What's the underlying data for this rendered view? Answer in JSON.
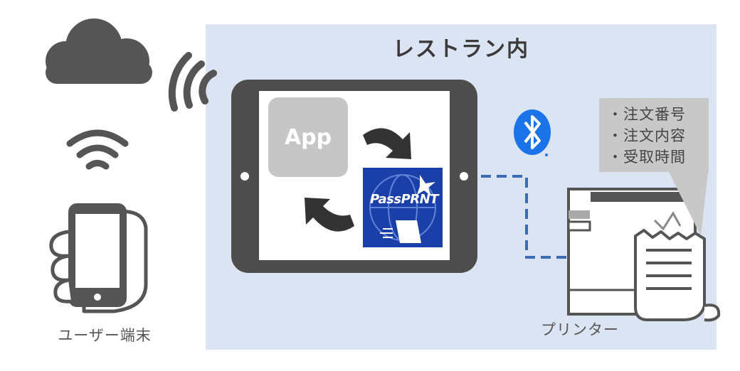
{
  "area_title": "レストラン内",
  "user_label": "ユーザー端末",
  "printer_label": "プリンター",
  "app_label": "App",
  "passprnt_label": "PassPRNT",
  "order_items": [
    "・注文番号",
    "・注文内容",
    "・受取時間"
  ],
  "icons": [
    "cloud-icon",
    "wifi-icon",
    "smartphone-hand-icon",
    "tablet-icon",
    "bluetooth-icon",
    "printer-icon",
    "receipt-icon",
    "sync-arrow-icon"
  ],
  "colors": {
    "area_bg": "#dbe4f3",
    "device": "#4d4d4d",
    "bluetooth": "#1a73e8",
    "connection_dash": "#3d6bb3",
    "passprnt_bg": "#1a3fa8"
  }
}
